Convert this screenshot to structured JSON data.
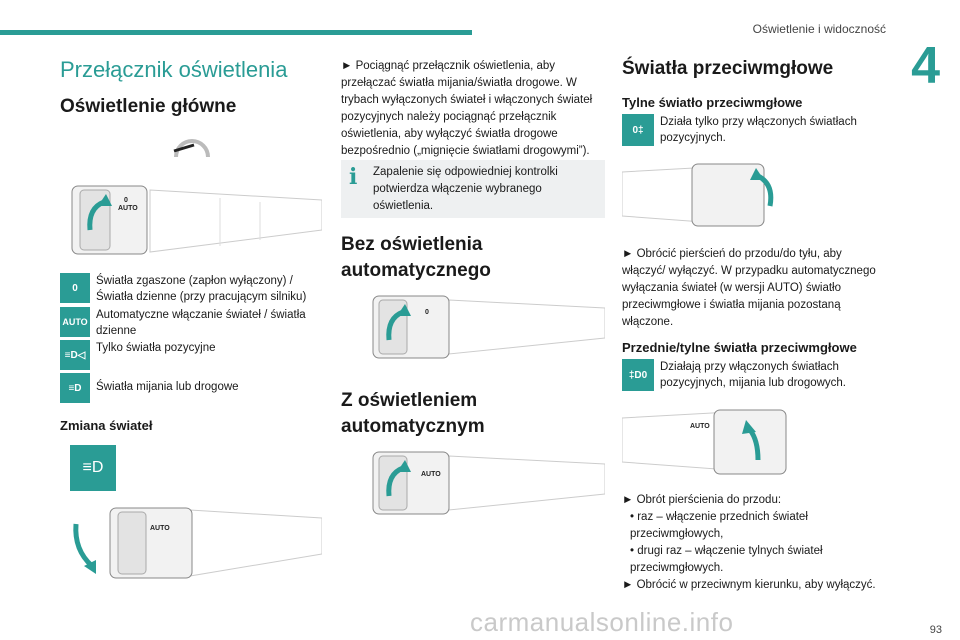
{
  "header": {
    "title": "Oświetlenie i widoczność",
    "chapter": "4",
    "page": "93"
  },
  "watermark": "carmanualsonline.info",
  "col1": {
    "section_title": "Przełącznik oświetlenia",
    "main_heading": "Oświetlenie główne",
    "legend": [
      {
        "icon": "0",
        "text": "Światła zgaszone (zapłon wyłączony) / Światła dzienne (przy pracującym silniku)"
      },
      {
        "icon": "AUTO",
        "text": "Automatyczne włączanie świateł / światła dzienne"
      },
      {
        "icon": "≡D◁",
        "text": "Tylko światła pozycyjne"
      },
      {
        "icon": "≡D",
        "text": "Światła mijania lub drogowe"
      }
    ],
    "change_heading": "Zmiana świateł"
  },
  "col2": {
    "para1": "► Pociągnąć przełącznik oświetlenia, aby przełączać światła mijania/światła drogowe. W trybach wyłączonych świateł i włączonych świateł pozycyjnych należy pociągnąć przełącznik oświetlenia, aby wyłączyć światła drogowe bezpośrednio („mignięcie światłami drogowymi”).",
    "info_icon": "i",
    "info": "Zapalenie się odpowiedniej kontrolki potwierdza włączenie wybranego oświetlenia.",
    "heading_manual": "Bez oświetlenia automatycznego",
    "heading_auto": "Z oświetleniem automatycznym"
  },
  "col3": {
    "heading": "Światła przeciwmgłowe",
    "rear_heading": "Tylne światło przeciwmgłowe",
    "rear_note": "Działa tylko przy włączonych światłach pozycyjnych.",
    "rear_para": "► Obrócić pierścień do przodu/do tyłu, aby włączyć/ wyłączyć. W przypadku automatycznego wyłączania świateł (w wersji AUTO) światło przeciwmgłowe i światła mijania pozostaną włączone.",
    "front_heading": "Przednie/tylne światła przeciwmgłowe",
    "front_note": "Działają przy włączonych światłach pozycyjnych, mijania lub drogowych.",
    "front_steps": [
      "► Obrót pierścienia do przodu:",
      "• raz – włączenie przednich świateł przeciwmgłowych,",
      "• drugi raz – włączenie tylnych świateł przeciwmgłowych.",
      "► Obrócić w przeciwnym kierunku, aby wyłączyć."
    ]
  },
  "stalk_labels": {
    "auto": "AUTO",
    "zero": "0"
  }
}
